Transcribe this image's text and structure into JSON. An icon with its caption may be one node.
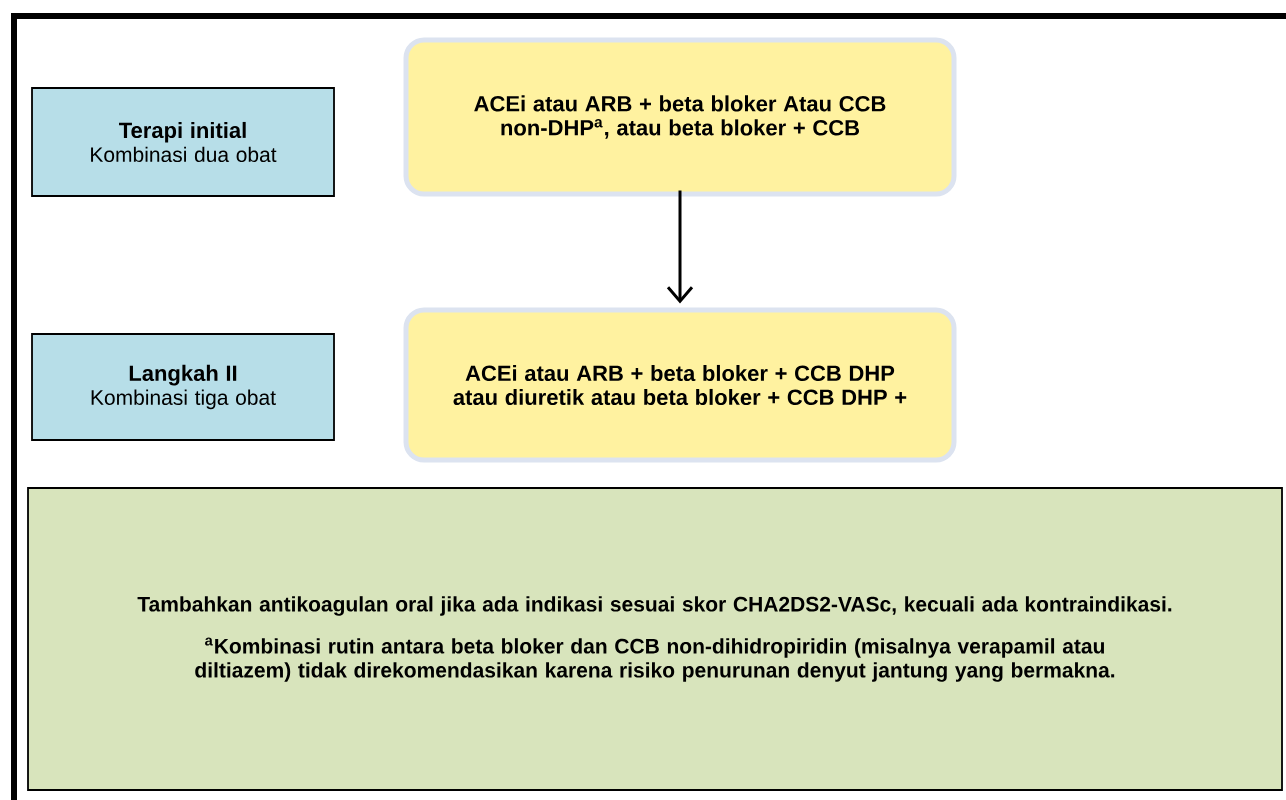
{
  "diagram": {
    "nodes": [
      {
        "text": [
          "Terapi initial",
          "Kombinasi dua obat"
        ]
      },
      {
        "text": [
          "ACEi atau ARB + beta bloker Atau CCB non-DHP$^{a}$, atau beta bloker + CCB"
        ]
      },
      {
        "text": [
          "Langkah II",
          "Kombinasi tiga obat"
        ]
      },
      {
        "text": [
          "ACEi atau ARB + beta bloker + CCB DHP atau diuretik atau beta bloker + CCB DHP +"
        ]
      },
      {
        "text": [
          "Tambahkan antikoagulan oral jika ada indikasi sesuai skor CHA2DS2-VASc, kecuali ada kontraindikasi.",
          "$^{a}$Kombinasi rutin antara beta bloker dan CCB non-dihidropiridin (misalnya verapamil atau diltiazem) tidak direkomendasikan karena risiko penurunan denyut jantung yang bermakna."
        ]
      }
    ],
    "edges": [
      {
        "from": 1,
        "to": 3,
        "arrow": "to"
      }
    ]
  }
}
